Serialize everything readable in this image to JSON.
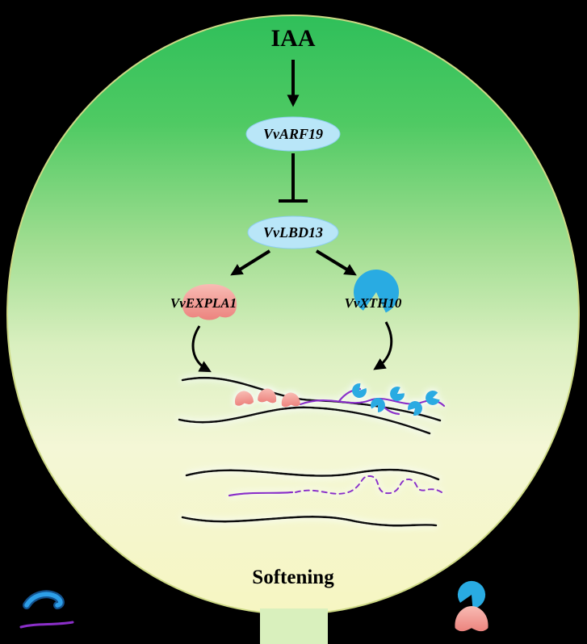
{
  "figure": {
    "background": "#000000",
    "berry": {
      "outline": "#cdd985",
      "gradient_top": "#2fbf5a",
      "gradient_upper_mid": "#4fca63",
      "gradient_mid": "#9fdd90",
      "gradient_lower_mid": "#d9efbf",
      "gradient_pale": "#f4f7d6",
      "gradient_bottom": "#f6f6c2",
      "stem_fill": "#d9f0bd"
    },
    "colors": {
      "gene_box_fill": "#b9e6f8",
      "gene_box_stroke": "#8ecfef",
      "expansin_pink": "#ec837e",
      "expansin_pink_light": "#f8bcb4",
      "xth_blue": "#29abe2",
      "xyloglucan_purple": "#8b2fc9",
      "cellulose_blue_outline": "#14518c",
      "cellulose_blue": "#2d9fe8",
      "line_black": "#000000"
    },
    "nodes": {
      "iaa": "IAA",
      "arf19": "VvARF19",
      "lbd13": "VvLBD13",
      "expla1": "VvEXPLA1",
      "xth10": "VvXTH10",
      "softening": "Softening"
    },
    "relations": {
      "iaa_to_arf19": "activates",
      "arf19_to_lbd13": "represses",
      "lbd13_to_expla1": "activates",
      "lbd13_to_xth10": "activates"
    },
    "icons": {
      "legend_cellulose": "cellulose-microfibril-icon",
      "legend_xyloglucan": "xyloglucan-icon",
      "legend_xth10": "xth10-enzyme-icon",
      "legend_expansin": "expansin-protein-icon"
    }
  }
}
